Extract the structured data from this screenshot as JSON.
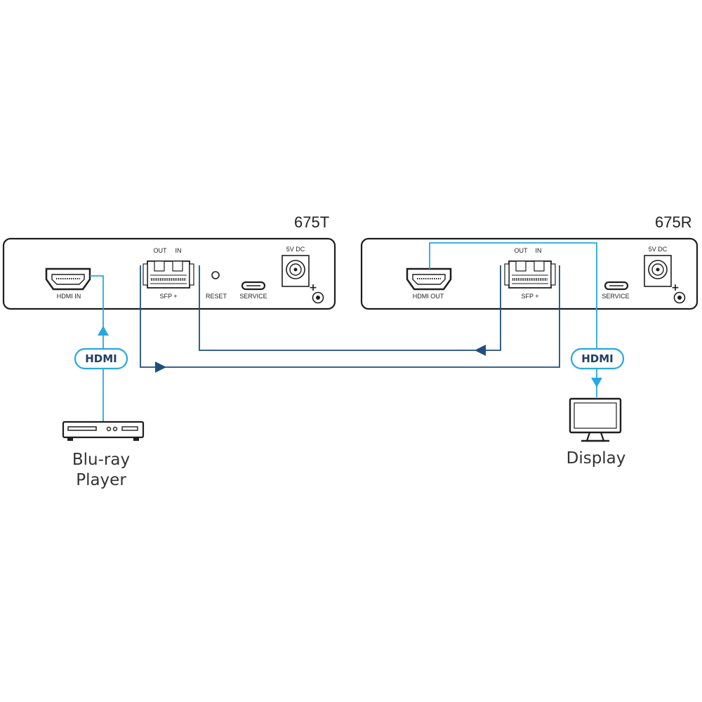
{
  "colors": {
    "outline": "#1e1e1e",
    "hdmi_cable": "#27a9df",
    "fiber_cable": "#1f4e7d",
    "badge_text": "#1f3f66"
  },
  "transmitter": {
    "model": "675T",
    "hdmi_in_label": "HDMI IN",
    "sfp_label": "SFP +",
    "sfp_out_label": "OUT",
    "sfp_in_label": "IN",
    "reset_label": "RESET",
    "service_label": "SERVICE",
    "power_label": "5V DC",
    "power_polarity": "+"
  },
  "receiver": {
    "model": "675R",
    "hdmi_out_label": "HDMI OUT",
    "sfp_label": "SFP +",
    "sfp_out_label": "OUT",
    "sfp_in_label": "IN",
    "service_label": "SERVICE",
    "power_label": "5V DC",
    "power_polarity": "+"
  },
  "source": {
    "badge": "HDMI",
    "device_line1": "Blu-ray",
    "device_line2": "Player",
    "icon": "blu-ray-player-icon"
  },
  "destination": {
    "badge": "HDMI",
    "device_label": "Display",
    "icon": "display-icon"
  }
}
